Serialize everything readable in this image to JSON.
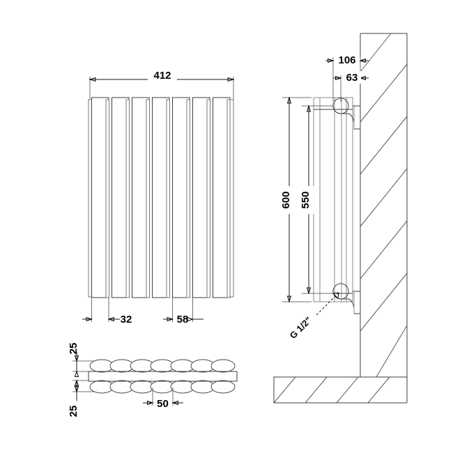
{
  "drawing": {
    "title": "Radiator Technical Drawing",
    "background_color": "#ffffff",
    "line_color": "#3c3c3c",
    "dimension_text_color": "#000000",
    "units": "mm"
  },
  "front_view": {
    "name": "front-elevation",
    "panel_count": 7,
    "width_dimension": {
      "label": "412",
      "position": "top",
      "value": 412
    },
    "panel_width_dimension": {
      "label": "32",
      "value": 32
    },
    "panel_pitch_dimension": {
      "label": "58",
      "value": 58
    }
  },
  "side_view": {
    "name": "side-section",
    "depth_dimension_outer": {
      "label": "106",
      "value": 106
    },
    "depth_dimension_inner": {
      "label": "63",
      "value": 63
    },
    "height_dimension_overall": {
      "label": "600",
      "value": 600
    },
    "height_dimension_centres": {
      "label": "550",
      "value": 550
    },
    "connection_label": "G 1/2\"",
    "wall_hatch_count": 6,
    "floor_hatch_count": 4
  },
  "plan_view": {
    "name": "plan-section",
    "tube_count_top": 7,
    "tube_count_bottom": 7,
    "dimension_top": {
      "label": "25",
      "value": 25
    },
    "dimension_bottom": {
      "label": "25",
      "value": 25
    },
    "dimension_pitch": {
      "label": "50",
      "value": 50
    }
  }
}
